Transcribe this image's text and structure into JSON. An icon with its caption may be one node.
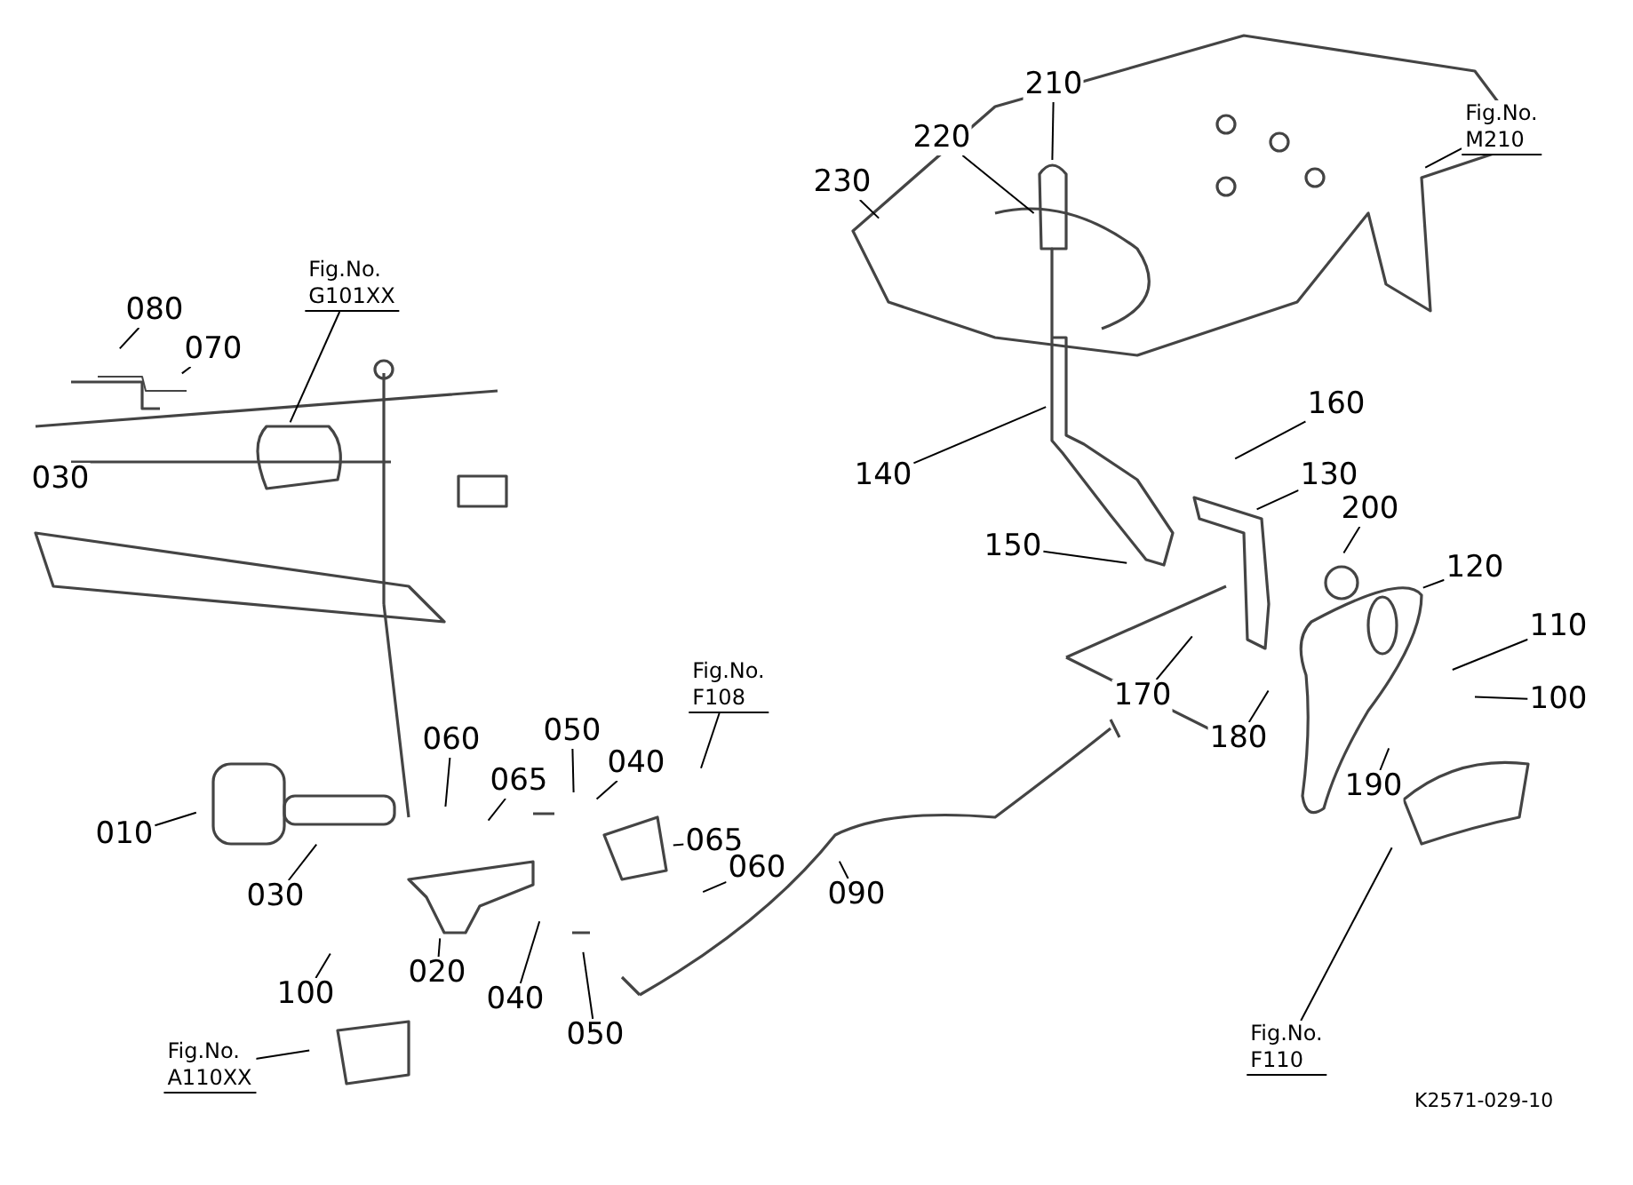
{
  "diagram": {
    "nodes": [
      {
        "text": [
          "210"
        ]
      },
      {
        "text": [
          "220"
        ]
      },
      {
        "text": [
          "230"
        ]
      },
      {
        "text": [
          "Fig.No. M210"
        ]
      },
      {
        "text": [
          "080"
        ]
      },
      {
        "text": [
          "070"
        ]
      },
      {
        "text": [
          "Fig.No. G101XX"
        ]
      },
      {
        "text": [
          "030"
        ]
      },
      {
        "text": [
          "140"
        ]
      },
      {
        "text": [
          "160"
        ]
      },
      {
        "text": [
          "130"
        ]
      },
      {
        "text": [
          "150"
        ]
      },
      {
        "text": [
          "200"
        ]
      },
      {
        "text": [
          "120"
        ]
      },
      {
        "text": [
          "110"
        ]
      },
      {
        "text": [
          "100"
        ]
      },
      {
        "text": [
          "170"
        ]
      },
      {
        "text": [
          "180"
        ]
      },
      {
        "text": [
          "Fig.No. F108"
        ]
      },
      {
        "text": [
          "060"
        ]
      },
      {
        "text": [
          "050"
        ]
      },
      {
        "text": [
          "040"
        ]
      },
      {
        "text": [
          "065"
        ]
      },
      {
        "text": [
          "190"
        ]
      },
      {
        "text": [
          "010"
        ]
      },
      {
        "text": [
          "065"
        ]
      },
      {
        "text": [
          "060"
        ]
      },
      {
        "text": [
          "030"
        ]
      },
      {
        "text": [
          "090"
        ]
      },
      {
        "text": [
          "100"
        ]
      },
      {
        "text": [
          "020"
        ]
      },
      {
        "text": [
          "040"
        ]
      },
      {
        "text": [
          "050"
        ]
      },
      {
        "text": [
          "Fig.No. A110XX"
        ]
      },
      {
        "text": [
          "Fig.No. F110"
        ]
      }
    ],
    "edges": [
      {
        "from": 0,
        "to": null,
        "arrow": "none"
      },
      {
        "from": 1,
        "to": null,
        "arrow": "none"
      },
      {
        "from": 2,
        "to": null,
        "arrow": "none"
      },
      {
        "from": 3,
        "to": null,
        "arrow": "none"
      },
      {
        "from": 4,
        "to": null,
        "arrow": "none"
      },
      {
        "from": 5,
        "to": null,
        "arrow": "none"
      },
      {
        "from": 6,
        "to": null,
        "arrow": "none"
      },
      {
        "from": 7,
        "to": null,
        "arrow": "none"
      },
      {
        "from": 8,
        "to": null,
        "arrow": "none"
      },
      {
        "from": 9,
        "to": null,
        "arrow": "none"
      },
      {
        "from": 10,
        "to": null,
        "arrow": "none"
      },
      {
        "from": 11,
        "to": null,
        "arrow": "none"
      },
      {
        "from": 12,
        "to": null,
        "arrow": "none"
      },
      {
        "from": 13,
        "to": null,
        "arrow": "none"
      },
      {
        "from": 14,
        "to": null,
        "arrow": "none"
      },
      {
        "from": 15,
        "to": null,
        "arrow": "none"
      },
      {
        "from": 16,
        "to": null,
        "arrow": "none"
      },
      {
        "from": 17,
        "to": null,
        "arrow": "none"
      },
      {
        "from": 18,
        "to": null,
        "arrow": "none"
      },
      {
        "from": 19,
        "to": null,
        "arrow": "none"
      },
      {
        "from": 20,
        "to": null,
        "arrow": "none"
      },
      {
        "from": 21,
        "to": null,
        "arrow": "none"
      },
      {
        "from": 22,
        "to": null,
        "arrow": "none"
      },
      {
        "from": 23,
        "to": null,
        "arrow": "none"
      },
      {
        "from": 24,
        "to": null,
        "arrow": "none"
      },
      {
        "from": 25,
        "to": null,
        "arrow": "none"
      },
      {
        "from": 26,
        "to": null,
        "arrow": "none"
      },
      {
        "from": 27,
        "to": null,
        "arrow": "none"
      },
      {
        "from": 28,
        "to": null,
        "arrow": "none"
      },
      {
        "from": 29,
        "to": null,
        "arrow": "none"
      },
      {
        "from": 30,
        "to": null,
        "arrow": "none"
      },
      {
        "from": 31,
        "to": null,
        "arrow": "none"
      },
      {
        "from": 32,
        "to": null,
        "arrow": "none"
      },
      {
        "from": 33,
        "to": null,
        "arrow": "none"
      },
      {
        "from": 34,
        "to": null,
        "arrow": "none"
      }
    ],
    "labels": [
      "K2571-029-10"
    ]
  }
}
